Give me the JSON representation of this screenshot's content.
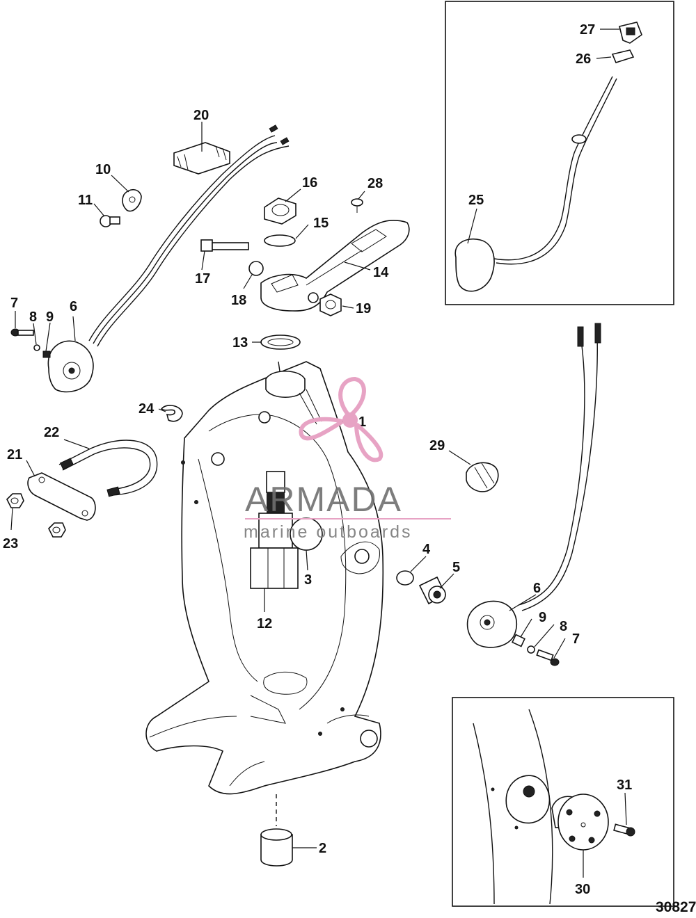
{
  "figure_number": "30827",
  "watermark": {
    "title": "ARMADA",
    "subtitle": "marine outboards",
    "logo_color": "#e7a3c4"
  },
  "callouts": {
    "c1": "1",
    "c2": "2",
    "c3": "3",
    "c4": "4",
    "c5": "5",
    "c6a": "6",
    "c6b": "6",
    "c7a": "7",
    "c7b": "7",
    "c8a": "8",
    "c8b": "8",
    "c9a": "9",
    "c9b": "9",
    "c10": "10",
    "c11": "11",
    "c12": "12",
    "c13": "13",
    "c14": "14",
    "c15": "15",
    "c16": "16",
    "c17": "17",
    "c18": "18",
    "c19": "19",
    "c20": "20",
    "c21": "21",
    "c22": "22",
    "c23": "23",
    "c24": "24",
    "c25": "25",
    "c26": "26",
    "c27": "27",
    "c28": "28",
    "c29": "29",
    "c30": "30",
    "c31": "31"
  }
}
